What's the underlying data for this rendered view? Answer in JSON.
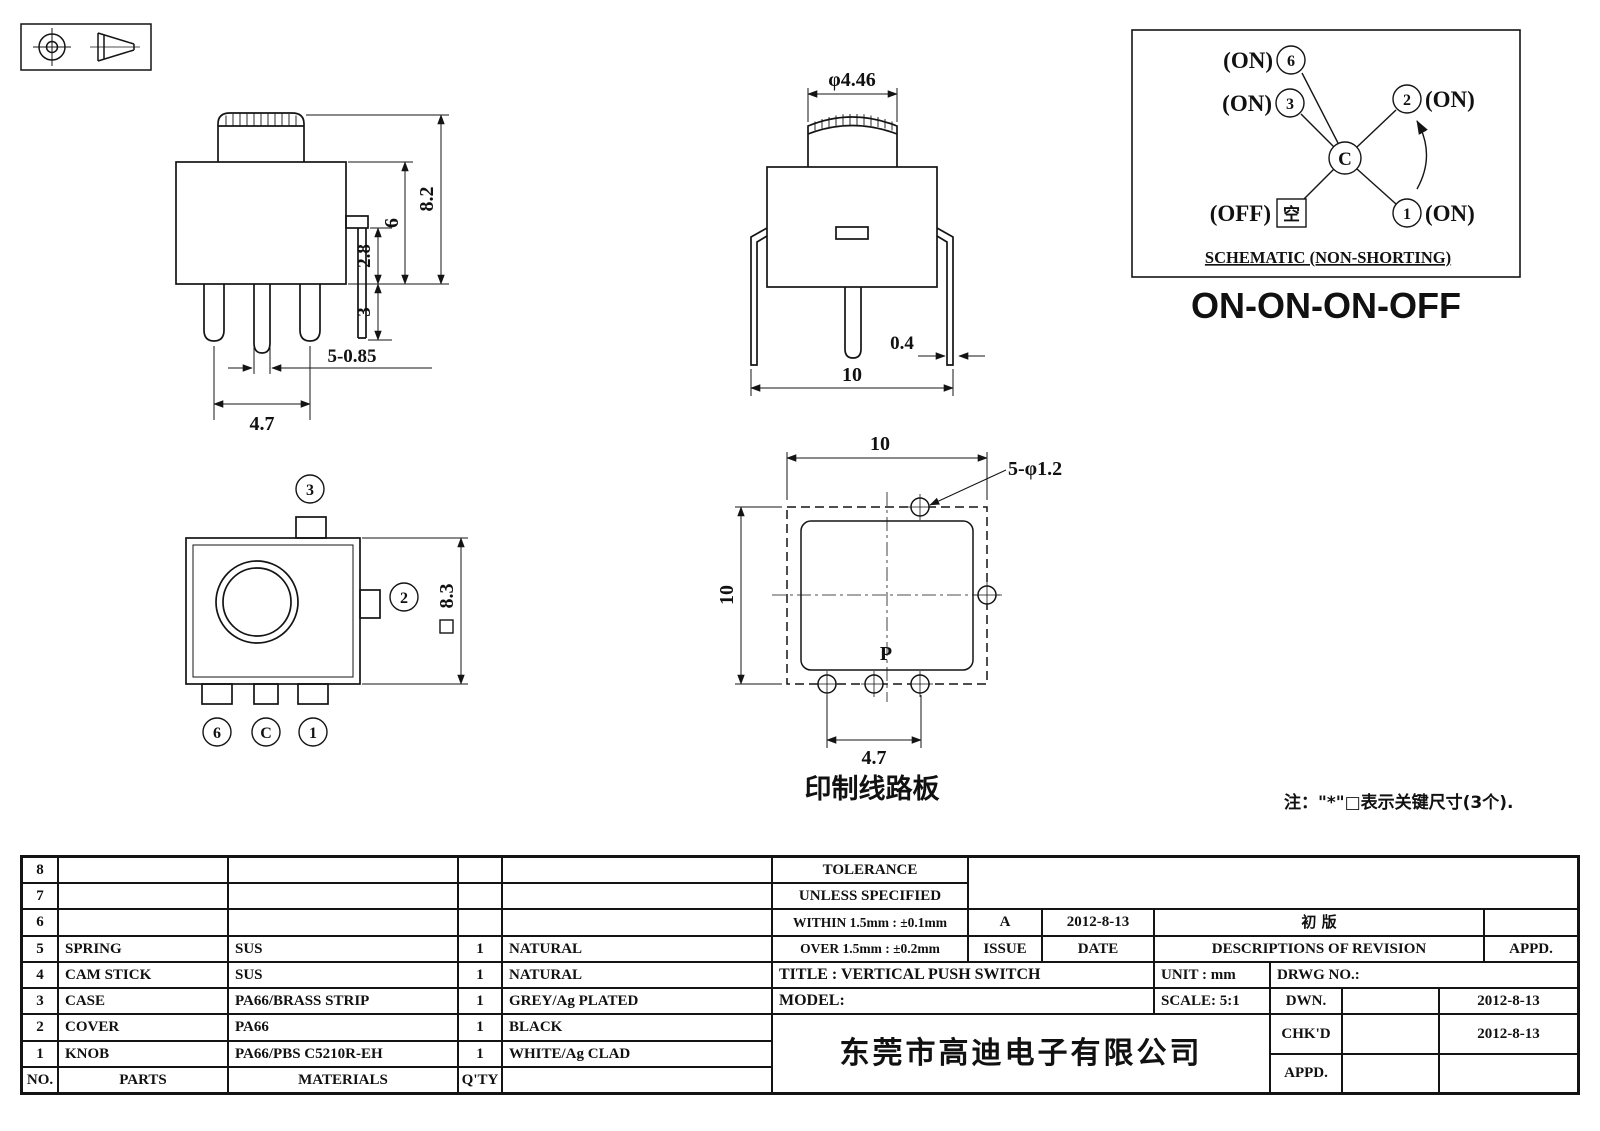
{
  "views": {
    "front": {
      "dim_total_height": "8.2",
      "dim_body_height": "6",
      "dim_bend_height": "2.8",
      "dim_leg_below": "3",
      "dim_pin": "5-0.85",
      "dim_pitch": "4.7"
    },
    "side": {
      "dim_knob_dia": "φ4.46",
      "dim_leg_thickness": "0.4",
      "dim_width": "10"
    },
    "bottom": {
      "dim_size": "8.3",
      "terminal_top": "3",
      "terminal_right": "2",
      "terminal_b1": "6",
      "terminal_b2": "C",
      "terminal_b3": "1"
    },
    "pcb": {
      "dim_width": "10",
      "dim_height": "10",
      "dim_holes": "5-φ1.2",
      "dim_pitch": "4.7",
      "label_p": "P",
      "caption": "印制线路板"
    }
  },
  "schematic": {
    "center": "C",
    "t6_state": "(ON)",
    "t6_num": "6",
    "t3_state": "(ON)",
    "t3_num": "3",
    "t2_num": "2",
    "t2_state": "(ON)",
    "toff_state": "(OFF)",
    "toff_num": "空",
    "t1_num": "1",
    "t1_state": "(ON)",
    "caption": "SCHEMATIC (NON-SHORTING)",
    "mode": "ON-ON-ON-OFF"
  },
  "note": "注：\"*\"□表示关键尺寸(3个).",
  "parts_table": {
    "rows": [
      {
        "no": "8",
        "parts": "",
        "materials": "",
        "qty": "",
        "finish": ""
      },
      {
        "no": "7",
        "parts": "",
        "materials": "",
        "qty": "",
        "finish": ""
      },
      {
        "no": "6",
        "parts": "",
        "materials": "",
        "qty": "",
        "finish": ""
      },
      {
        "no": "5",
        "parts": "SPRING",
        "materials": "SUS",
        "qty": "1",
        "finish": "NATURAL"
      },
      {
        "no": "4",
        "parts": "CAM STICK",
        "materials": "SUS",
        "qty": "1",
        "finish": "NATURAL"
      },
      {
        "no": "3",
        "parts": "CASE",
        "materials": "PA66/BRASS STRIP",
        "qty": "1",
        "finish": "GREY/Ag PLATED"
      },
      {
        "no": "2",
        "parts": "COVER",
        "materials": "PA66",
        "qty": "1",
        "finish": "BLACK"
      },
      {
        "no": "1",
        "parts": "KNOB",
        "materials": "PA66/PBS C5210R-EH",
        "qty": "1",
        "finish": "WHITE/Ag CLAD"
      }
    ],
    "footer": {
      "no": "NO.",
      "parts": "PARTS",
      "materials": "MATERIALS",
      "qty": "Q'TY"
    }
  },
  "title_block": {
    "tolerance1": "TOLERANCE",
    "tolerance2": "UNLESS  SPECIFIED",
    "within": "WITHIN 1.5mm : ±0.1mm",
    "over": "OVER 1.5mm : ±0.2mm",
    "issue_value": "A",
    "issue_date": "2012-8-13",
    "revision_desc": "初 版",
    "issue_label": "ISSUE",
    "date_label": "DATE",
    "descriptions_label": "DESCRIPTIONS OF REVISION",
    "appd_label": "APPD.",
    "title": "TITLE :  VERTICAL PUSH SWITCH",
    "unit": "UNIT :  mm",
    "drwg_no": "DRWG NO.:",
    "model": "MODEL:",
    "scale": "SCALE:  5:1",
    "dwn_label": "DWN.",
    "dwn_date": "2012-8-13",
    "chkd_label": "CHK'D",
    "chkd_date": "2012-8-13",
    "appd2_label": "APPD.",
    "company": "东莞市高迪电子有限公司"
  }
}
